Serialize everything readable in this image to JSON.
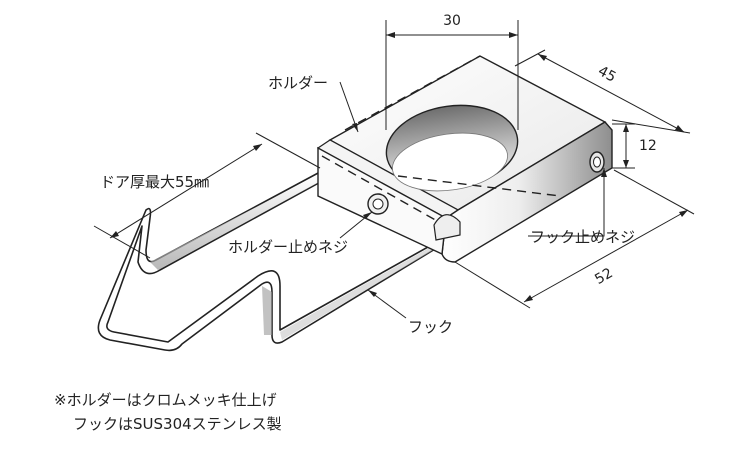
{
  "labels": {
    "holder": "ホルダー",
    "door_thickness": "ドア厚最大55㎜",
    "holder_screw": "ホルダー止めネジ",
    "hook_screw": "フック止めネジ",
    "hook": "フック"
  },
  "dimensions": {
    "width_30": "30",
    "depth_45": "45",
    "height_12": "12",
    "length_52": "52"
  },
  "notes": [
    "※ホルダーはクロムメッキ仕上げ",
    "フックはSUS304ステンレス製"
  ],
  "colors": {
    "line": "#222222",
    "metal_light": "#f2f2f2",
    "metal_dark": "#8a8a8a"
  }
}
